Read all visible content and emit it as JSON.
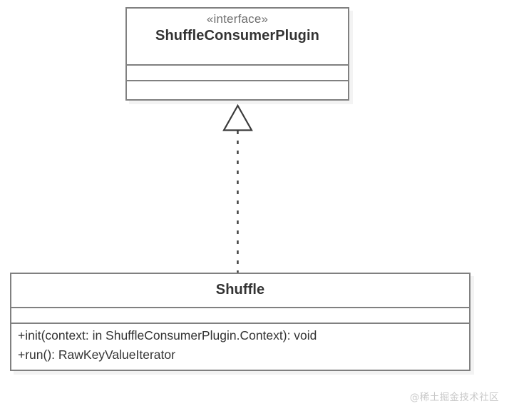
{
  "diagram": {
    "kind": "uml-class-diagram",
    "background_color": "#ffffff",
    "border_color": "#808080",
    "text_color": "#333333",
    "stereotype_color": "#6e6e6e",
    "shadow_color": "#f3f3f3"
  },
  "interface_class": {
    "stereotype": "«interface»",
    "name": "ShuffleConsumerPlugin",
    "attributes": [],
    "operations": []
  },
  "implementation_class": {
    "name": "Shuffle",
    "attributes": [],
    "operations": [
      "+init(context: in ShuffleConsumerPlugin.Context): void",
      "+run(): RawKeyValueIterator"
    ]
  },
  "relationship": {
    "type": "realization",
    "line_style": "dashed",
    "arrowhead": "hollow-triangle",
    "source": "Shuffle",
    "target": "ShuffleConsumerPlugin",
    "label": ""
  },
  "watermark": {
    "text": "@稀土掘金技术社区"
  }
}
